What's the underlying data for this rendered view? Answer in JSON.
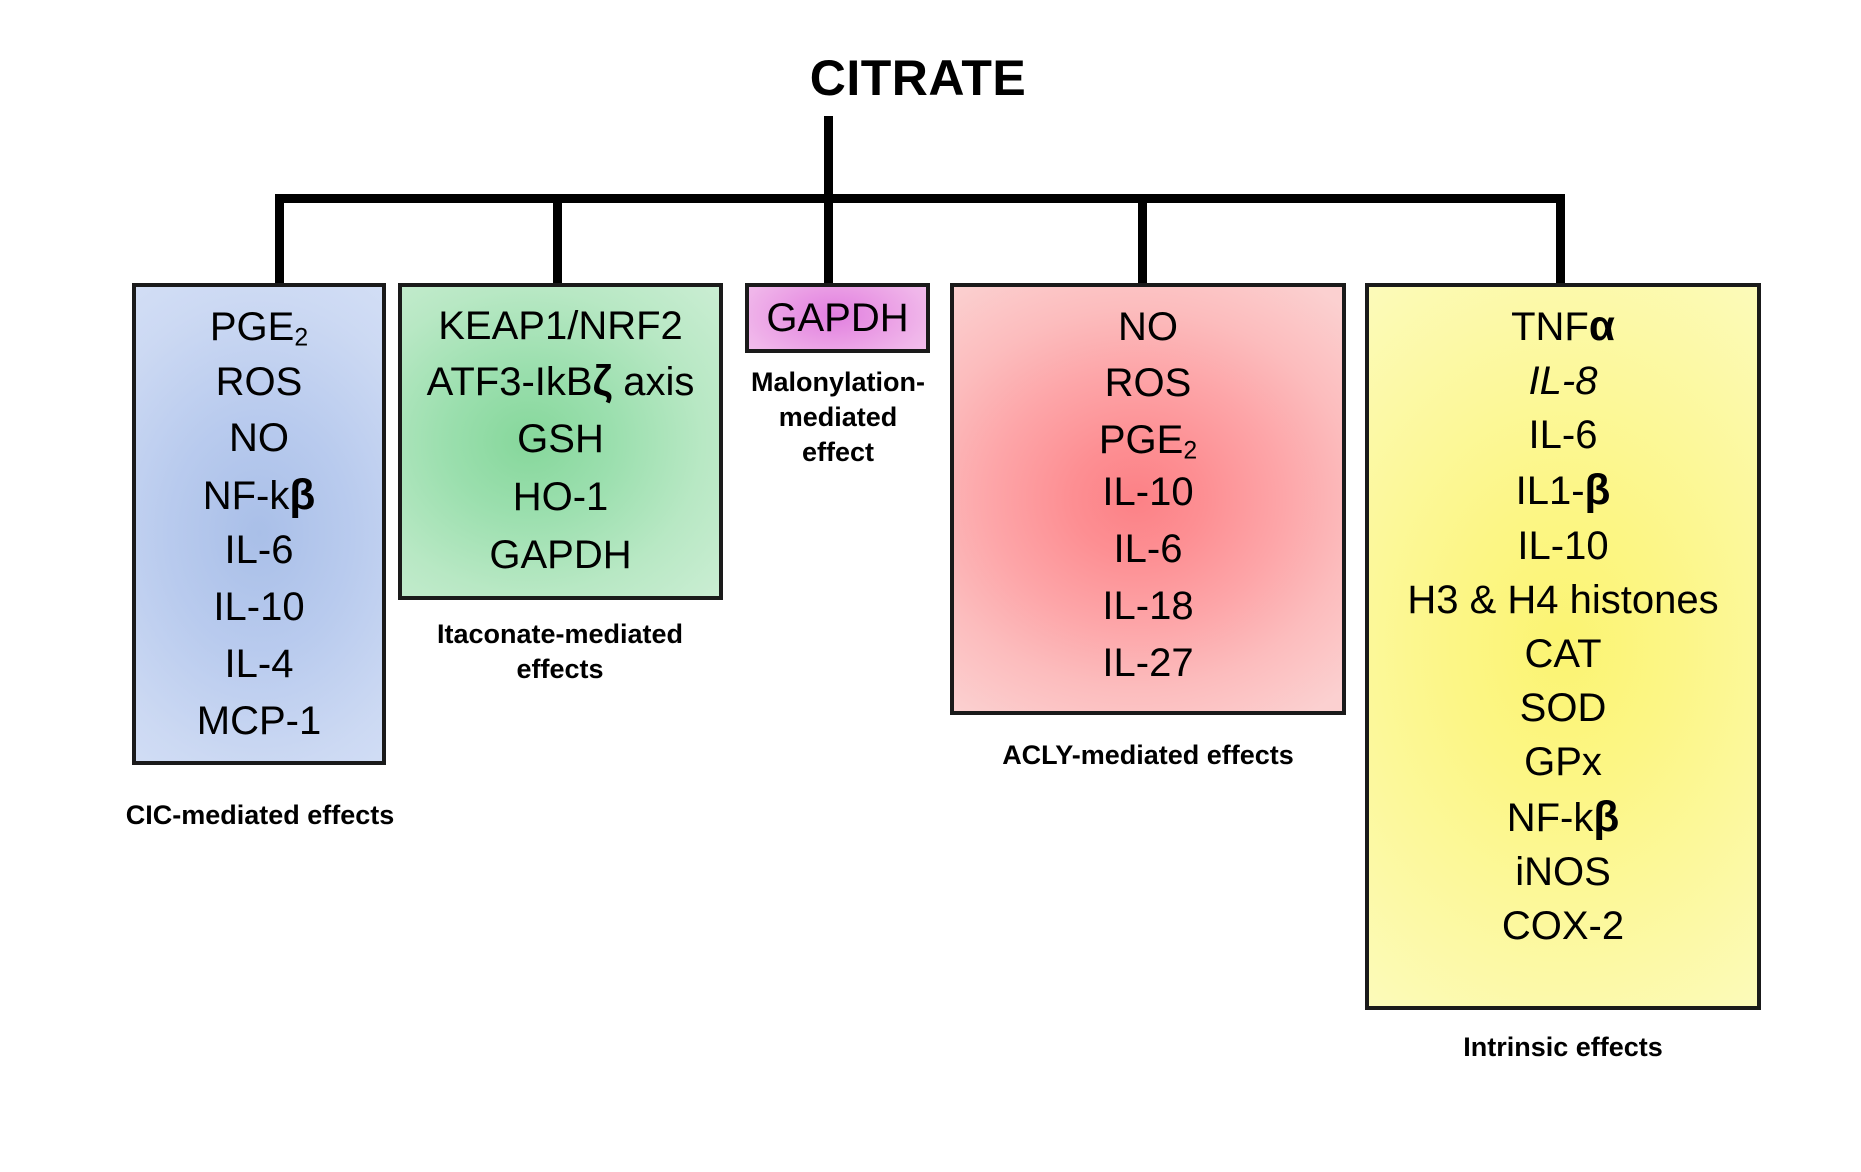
{
  "diagram": {
    "title": "CITRATE",
    "colors": {
      "blue": "#c3d3f0",
      "green": "#a8e3ba",
      "purple": "#eaa0e6",
      "red": "#fc9a9d",
      "yellow": "#fcf67e",
      "line": "#000000",
      "border": "#1a1a1a"
    },
    "branches": [
      {
        "id": "cic",
        "color_name": "blue",
        "caption": "CIC-mediated effects",
        "items": [
          {
            "text": "PGE2",
            "base": "PGE",
            "sub": "2",
            "style": "normal"
          },
          {
            "text": "ROS",
            "base": "ROS",
            "sub": "",
            "style": "normal"
          },
          {
            "text": "NO",
            "base": "NO",
            "sub": "",
            "style": "normal"
          },
          {
            "text": "NF-kβ",
            "base": "NF-k",
            "greek": "β",
            "sub": "",
            "style": "normal"
          },
          {
            "text": "IL-6",
            "base": "IL-6",
            "sub": "",
            "style": "normal"
          },
          {
            "text": "IL-10",
            "base": "IL-10",
            "sub": "",
            "style": "normal"
          },
          {
            "text": "IL-4",
            "base": "IL-4",
            "sub": "",
            "style": "normal"
          },
          {
            "text": "MCP-1",
            "base": "MCP-1",
            "sub": "",
            "style": "normal"
          }
        ]
      },
      {
        "id": "itaconate",
        "color_name": "green",
        "caption": "Itaconate-mediated effects",
        "caption_lines": [
          "Itaconate-mediated",
          "effects"
        ],
        "items": [
          {
            "text": "KEAP1/NRF2",
            "base": "KEAP1/NRF2",
            "sub": "",
            "style": "normal"
          },
          {
            "text": "ATF3-IkBζ axis",
            "base": "ATF3-IkB",
            "greek": "ζ",
            "tail": " axis",
            "sub": "",
            "style": "normal"
          },
          {
            "text": "GSH",
            "base": "GSH",
            "sub": "",
            "style": "normal"
          },
          {
            "text": "HO-1",
            "base": "HO-1",
            "sub": "",
            "style": "normal"
          },
          {
            "text": "GAPDH",
            "base": "GAPDH",
            "sub": "",
            "style": "normal"
          }
        ]
      },
      {
        "id": "malonylation",
        "color_name": "purple",
        "caption": "Malonylation-mediated effect",
        "caption_lines": [
          "Malonylation-",
          "mediated",
          "effect"
        ],
        "items": [
          {
            "text": "GAPDH",
            "base": "GAPDH",
            "sub": "",
            "style": "normal"
          }
        ]
      },
      {
        "id": "acly",
        "color_name": "red",
        "caption": "ACLY-mediated effects",
        "items": [
          {
            "text": "NO",
            "base": "NO",
            "sub": "",
            "style": "normal"
          },
          {
            "text": "ROS",
            "base": "ROS",
            "sub": "",
            "style": "normal"
          },
          {
            "text": "PGE2",
            "base": "PGE",
            "sub": "2",
            "style": "normal"
          },
          {
            "text": "IL-10",
            "base": "IL-10",
            "sub": "",
            "style": "normal"
          },
          {
            "text": "IL-6",
            "base": "IL-6",
            "sub": "",
            "style": "normal"
          },
          {
            "text": "IL-18",
            "base": "IL-18",
            "sub": "",
            "style": "normal"
          },
          {
            "text": "IL-27",
            "base": "IL-27",
            "sub": "",
            "style": "normal"
          }
        ]
      },
      {
        "id": "intrinsic",
        "color_name": "yellow",
        "caption": "Intrinsic effects",
        "items": [
          {
            "text": "TNFα",
            "base": "TNF",
            "greek": "α",
            "sub": "",
            "style": "normal"
          },
          {
            "text": "IL-8",
            "base": "IL-8",
            "sub": "",
            "style": "italic"
          },
          {
            "text": "IL-6",
            "base": "IL-6",
            "sub": "",
            "style": "normal"
          },
          {
            "text": "IL1-β",
            "base": "IL1-",
            "greek": "β",
            "sub": "",
            "style": "normal"
          },
          {
            "text": "IL-10",
            "base": "IL-10",
            "sub": "",
            "style": "normal"
          },
          {
            "text": "H3 & H4 histones",
            "base": "H3 & H4 histones",
            "sub": "",
            "style": "normal"
          },
          {
            "text": "CAT",
            "base": "CAT",
            "sub": "",
            "style": "normal"
          },
          {
            "text": "SOD",
            "base": "SOD",
            "sub": "",
            "style": "normal"
          },
          {
            "text": "GPx",
            "base": "GPx",
            "sub": "",
            "style": "normal"
          },
          {
            "text": "NF-kβ",
            "base": "NF-k",
            "greek": "β",
            "sub": "",
            "style": "normal"
          },
          {
            "text": "iNOS",
            "base": "iNOS",
            "sub": "",
            "style": "normal"
          },
          {
            "text": "COX-2",
            "base": "COX-2",
            "sub": "",
            "style": "normal"
          }
        ]
      }
    ]
  }
}
